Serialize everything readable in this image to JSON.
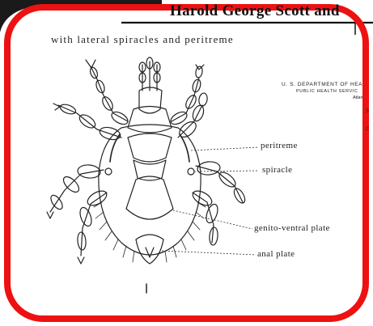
{
  "header": {
    "title": "Harold George Scott and"
  },
  "figure": {
    "subtitle": "with lateral spiracles and peritreme",
    "agency_stamp": {
      "line1": "U. S. DEPARTMENT OF HEA",
      "line2": "PUBLIC HEALTH SERVIC",
      "line3": "Atlan",
      "line4": "S",
      "line5": "C"
    },
    "labels": {
      "peritreme": "peritreme",
      "spiracle": "spiracle",
      "genito_ventral": "genito-ventral plate",
      "anal": "anal plate"
    }
  },
  "colors": {
    "frame": "#ee1111",
    "ink": "#222222"
  }
}
